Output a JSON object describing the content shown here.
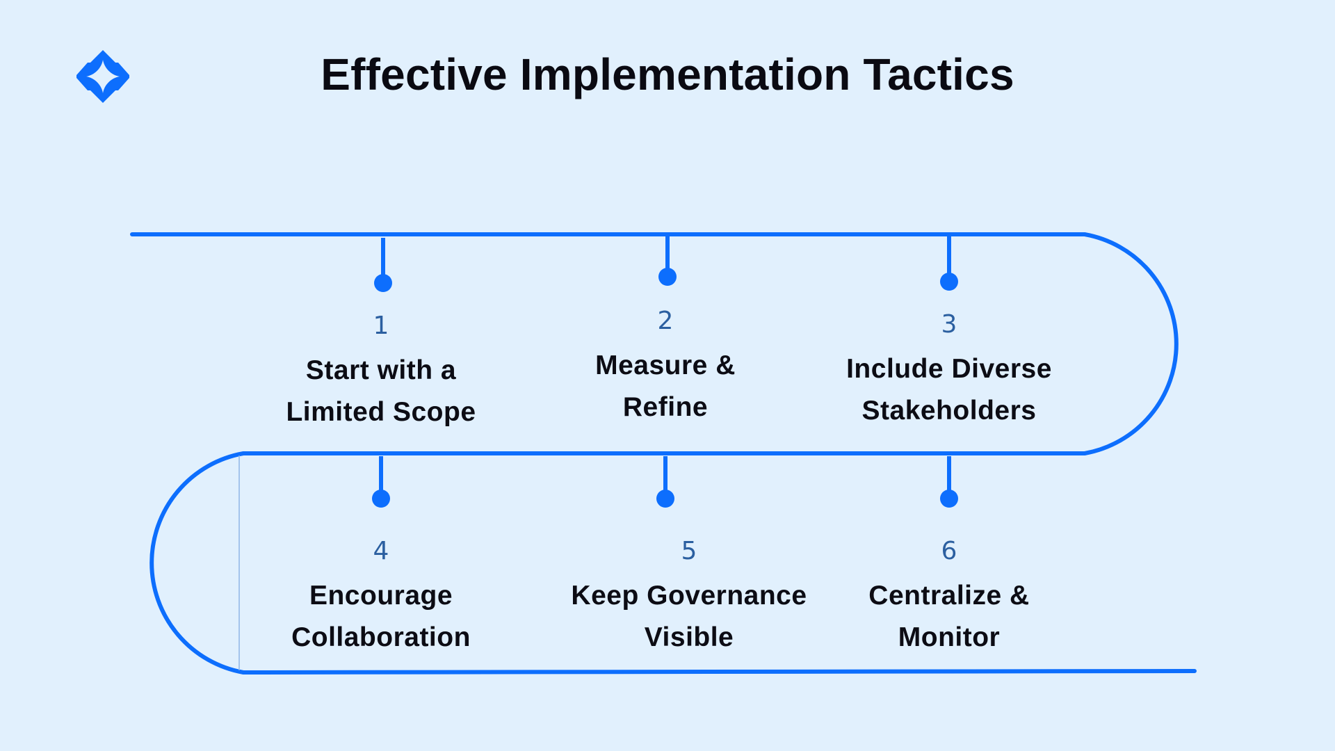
{
  "title": "Effective Implementation Tactics",
  "logo_icon": "four-point-star-logo-icon",
  "colors": {
    "background": "#e1f0fd",
    "accent": "#0d6efd",
    "text": "#0c0c14",
    "number": "#2b5fa0"
  },
  "steps": [
    {
      "number": "1",
      "label_line1": "Start with a",
      "label_line2": "Limited Scope"
    },
    {
      "number": "2",
      "label_line1": "Measure &",
      "label_line2": "Refine"
    },
    {
      "number": "3",
      "label_line1": "Include Diverse",
      "label_line2": "Stakeholders"
    },
    {
      "number": "4",
      "label_line1": "Encourage",
      "label_line2": "Collaboration"
    },
    {
      "number": "5",
      "label_line1": "Keep Governance",
      "label_line2": "Visible"
    },
    {
      "number": "6",
      "label_line1": "Centralize &",
      "label_line2": "Monitor"
    }
  ]
}
